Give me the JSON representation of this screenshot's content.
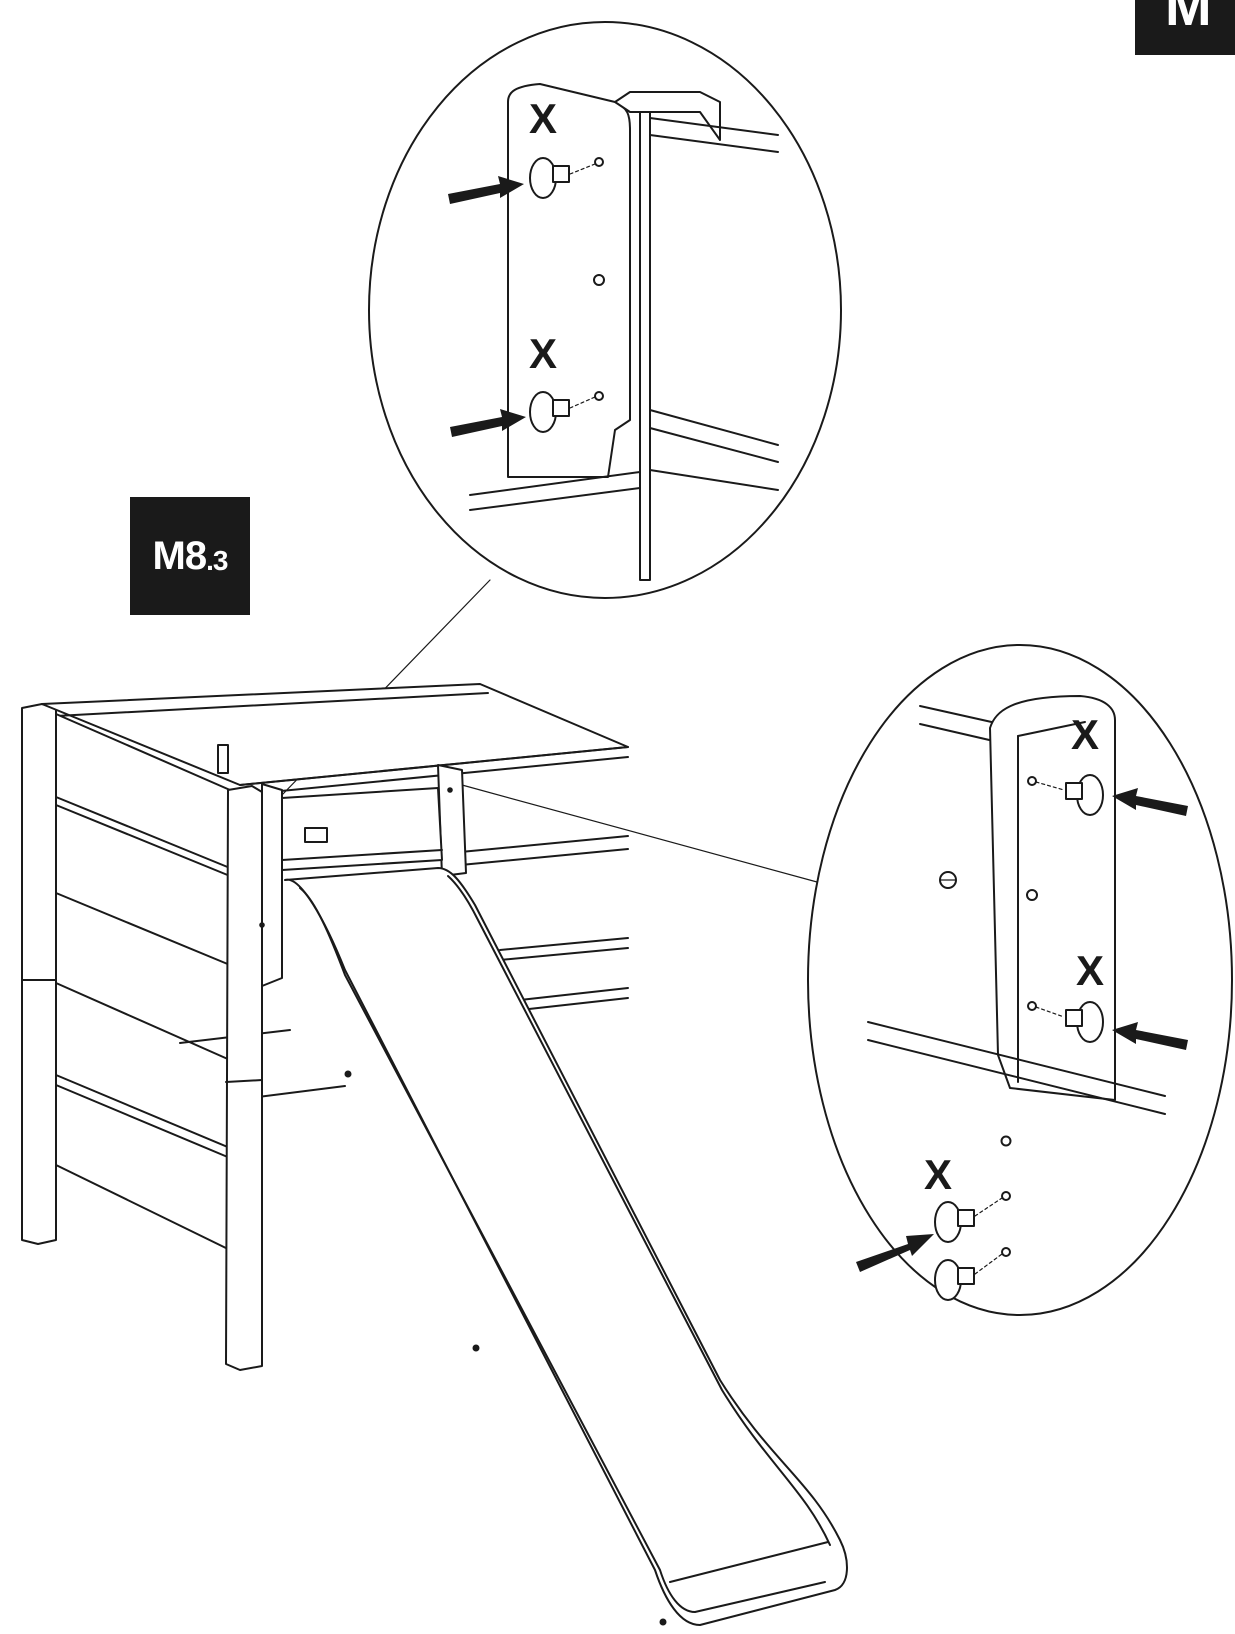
{
  "step": {
    "main": "M8",
    "sub": ".3"
  },
  "corner_label": "M",
  "marker": "X",
  "colors": {
    "ink": "#1a1a1a",
    "paper": "#ffffff"
  },
  "icons": [
    "arrow-icon",
    "dowel-icon",
    "hole-icon"
  ]
}
